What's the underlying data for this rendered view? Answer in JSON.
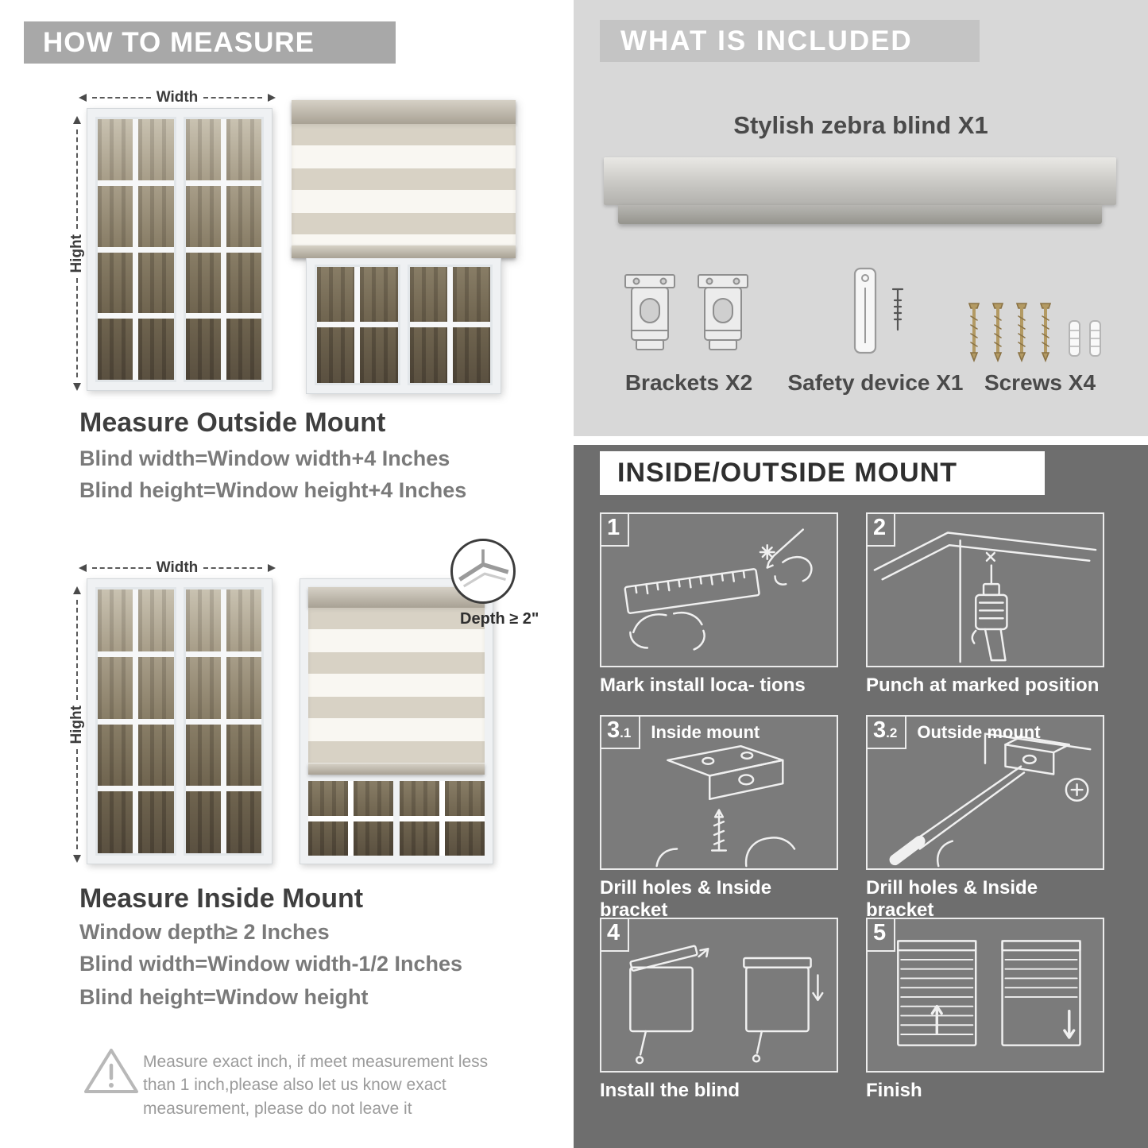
{
  "colors": {
    "banner_gray": "#a8a8a8",
    "included_banner": "#c4c4c4",
    "included_bg": "#d8d8d8",
    "mount_bg": "#6e6e6e",
    "panel_bg": "#7b7b7b",
    "heading_dark": "#3e3e3e",
    "formula_gray": "#7a7a7a",
    "label_dark": "#4a4a4a"
  },
  "measure": {
    "header": "HOW TO MEASURE",
    "outside": {
      "width_label": "Width",
      "height_label": "Hight",
      "title": "Measure Outside Mount",
      "lines": [
        "Blind width=Window width+4 Inches",
        "Blind height=Window height+4 Inches"
      ]
    },
    "inside": {
      "width_label": "Width",
      "height_label": "Hight",
      "depth_note": "Depth ≥ 2\"",
      "title": "Measure Inside Mount",
      "lines": [
        "Window depth≥ 2 Inches",
        "Blind width=Window width-1/2 Inches",
        "Blind height=Window height"
      ]
    },
    "warning": "Measure exact inch, if meet measurement less than 1 inch,please also let us know exact measurement, please do not leave it"
  },
  "included": {
    "header": "WHAT IS INCLUDED",
    "product": "Stylish zebra blind X1",
    "items": [
      "Brackets X2",
      "Safety device X1",
      "Screws X4"
    ]
  },
  "mount": {
    "header": "INSIDE/OUTSIDE MOUNT",
    "steps": [
      {
        "num": "1",
        "sub": "",
        "label": "",
        "caption": "Mark install loca- tions"
      },
      {
        "num": "2",
        "sub": "",
        "label": "",
        "caption": "Punch at  marked position"
      },
      {
        "num": "3",
        "sub": ".1",
        "label": "Inside mount",
        "caption": "Drill holes &  Inside bracket"
      },
      {
        "num": "3",
        "sub": ".2",
        "label": "Outside mount",
        "caption": "Drill holes &  Inside bracket"
      },
      {
        "num": "4",
        "sub": "",
        "label": "",
        "caption": "Install the blind"
      },
      {
        "num": "5",
        "sub": "",
        "label": "",
        "caption": "Finish"
      }
    ]
  }
}
